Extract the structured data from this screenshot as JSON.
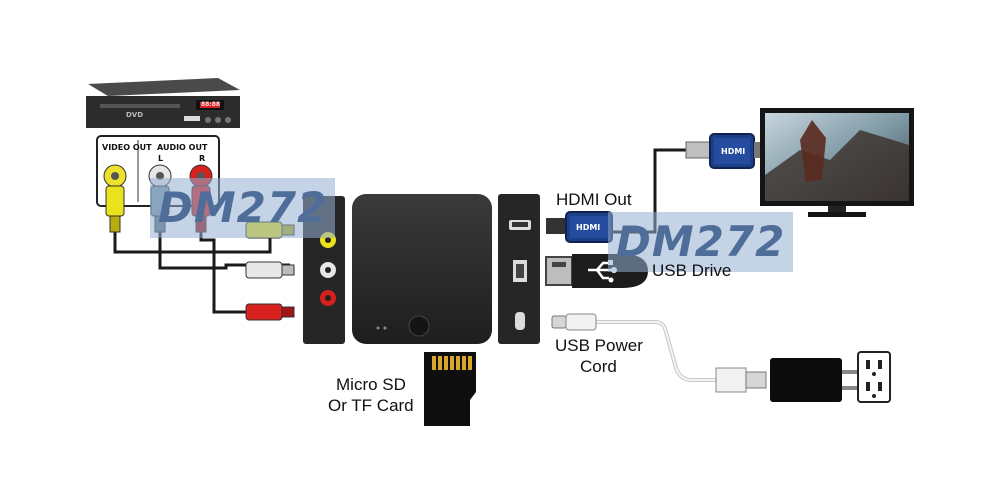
{
  "labels": {
    "hdmi_out": "HDMI Out",
    "usb_drive": "USB Drive",
    "usb_power_line1": "USB Power",
    "usb_power_line2": "Cord",
    "micro_sd_line1": "Micro SD",
    "micro_sd_line2": "Or TF Card"
  },
  "dvd_panel": {
    "video_out": "VIDEO OUT",
    "audio_out": "AUDIO OUT",
    "left": "L",
    "right": "R"
  },
  "dvd_player": {
    "badge": "DVD",
    "display": "88:88"
  },
  "adapters": {
    "hdmi_plug": "HDMI",
    "tv_hdmi_plug": "HDMI"
  },
  "watermarks": [
    "DM272",
    "DM272"
  ],
  "colors": {
    "device": "#262626",
    "rca_yellow": "#e9e21d",
    "rca_white": "#e6e6e6",
    "rca_red": "#d8201f",
    "hdmi_plug": "#1d3f8a",
    "watermark": "#96afd2"
  }
}
